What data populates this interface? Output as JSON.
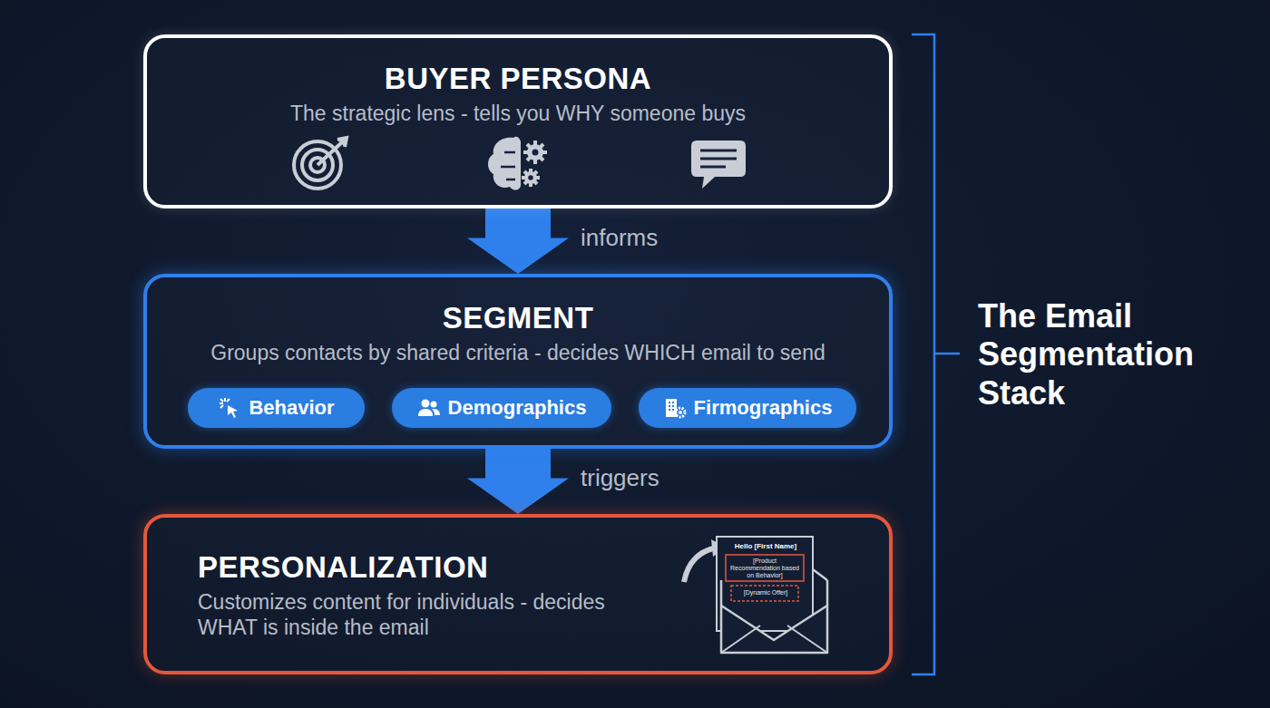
{
  "diagram": {
    "title": "The Email Segmentation Stack",
    "nodes": [
      {
        "text": [
          "BUYER PERSONA",
          "The strategic lens - tells you WHY someone buys"
        ]
      },
      {
        "text": [
          "SEGMENT",
          "Groups contacts by shared criteria - decides WHICH email to send"
        ]
      },
      {
        "text": [
          "Behavior"
        ],
        "in": 1
      },
      {
        "text": [
          "Demographics"
        ],
        "in": 1
      },
      {
        "text": [
          "Firmographics"
        ],
        "in": 1
      },
      {
        "text": [
          "PERSONALIZATION",
          "Customizes content for individuals - decides WHAT is inside the email"
        ]
      }
    ],
    "edges": [
      {
        "from": 0,
        "to": 1,
        "arrow": "to",
        "label": "informs"
      },
      {
        "from": 1,
        "to": 5,
        "arrow": "to",
        "label": "triggers"
      }
    ],
    "labels": [
      "Hello [First Name]",
      "[Product Recommendation based on Behavior]",
      "[Dynamic Offer]"
    ]
  }
}
